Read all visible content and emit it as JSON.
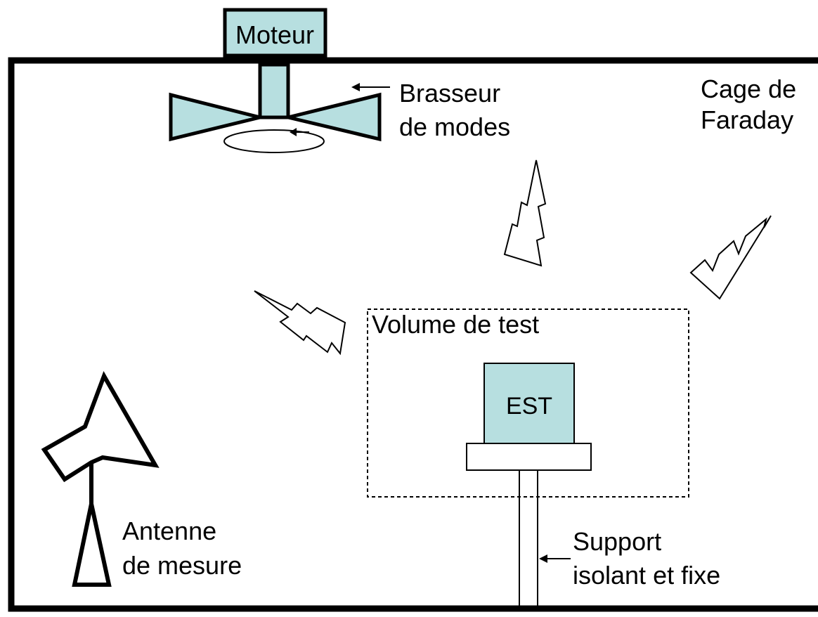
{
  "colors": {
    "fill": "#b7dfe0",
    "stroke": "#000000",
    "background": "#ffffff"
  },
  "labels": {
    "motor": "Moteur",
    "stirrer_line1": "Brasseur",
    "stirrer_line2": "de modes",
    "cage_line1": "Cage de",
    "cage_line2": "Faraday",
    "test_volume": "Volume de test",
    "eut": "EST",
    "antenna_line1": "Antenne",
    "antenna_line2": "de mesure",
    "support_line1": "Support",
    "support_line2": "isolant et fixe"
  }
}
